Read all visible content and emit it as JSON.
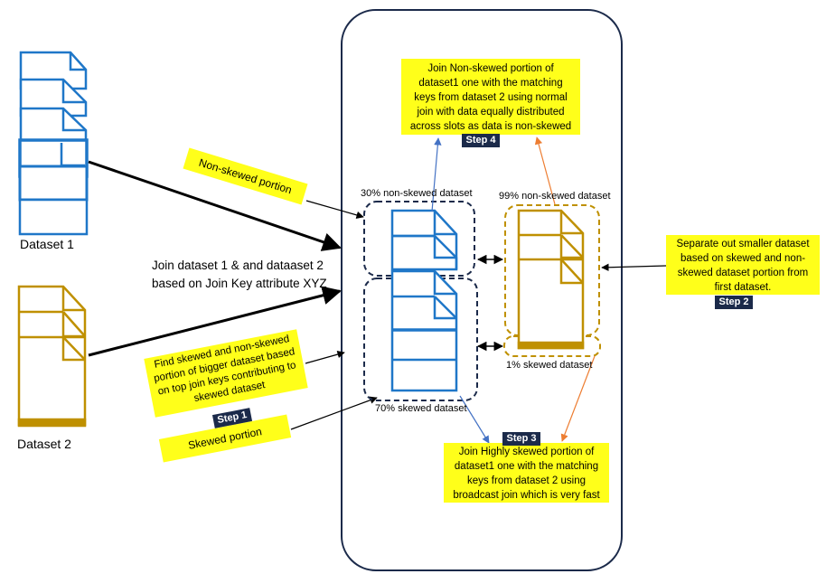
{
  "datasets": {
    "dataset1_label": "Dataset 1",
    "dataset2_label": "Dataset 2"
  },
  "labels": {
    "join_caption_line1": "Join dataset 1 & and dataaset 2",
    "join_caption_line2": "based on Join Key attribute XYZ",
    "non_skewed_30": "30% non-skewed dataset",
    "non_skewed_99": "99% non-skewed dataset",
    "skewed_70": "70% skewed dataset",
    "skewed_1": "1% skewed dataset"
  },
  "stickies": {
    "non_skewed_portion": "Non-skewed portion",
    "skewed_portion": "Skewed portion",
    "find_skewed": "Find skewed and non-skewed portion of bigger dataset based on top join keys contributing to skewed dataset"
  },
  "notes": {
    "step4_text": "Join Non-skewed portion of dataset1 one with the matching keys from dataset 2 using normal join with data equally distributed across slots as data is non-skewed",
    "step2_text": "Separate out smaller dataset based on  skewed and non-skewed dataset portion from first dataset.",
    "step3_text": "Join Highly skewed portion of dataset1 one with the matching keys from dataset 2 using broadcast join which is very fast"
  },
  "steps": {
    "step1": "Step 1",
    "step2": "Step 2",
    "step3": "Step 3",
    "step4": "Step 4"
  },
  "colors": {
    "blue": "#1f77c8",
    "gold": "#bf9000",
    "navy": "#1b2a4a",
    "note_yellow": "#ffff1a",
    "arrow_blue": "#4472c4",
    "arrow_orange": "#ed7d31"
  }
}
